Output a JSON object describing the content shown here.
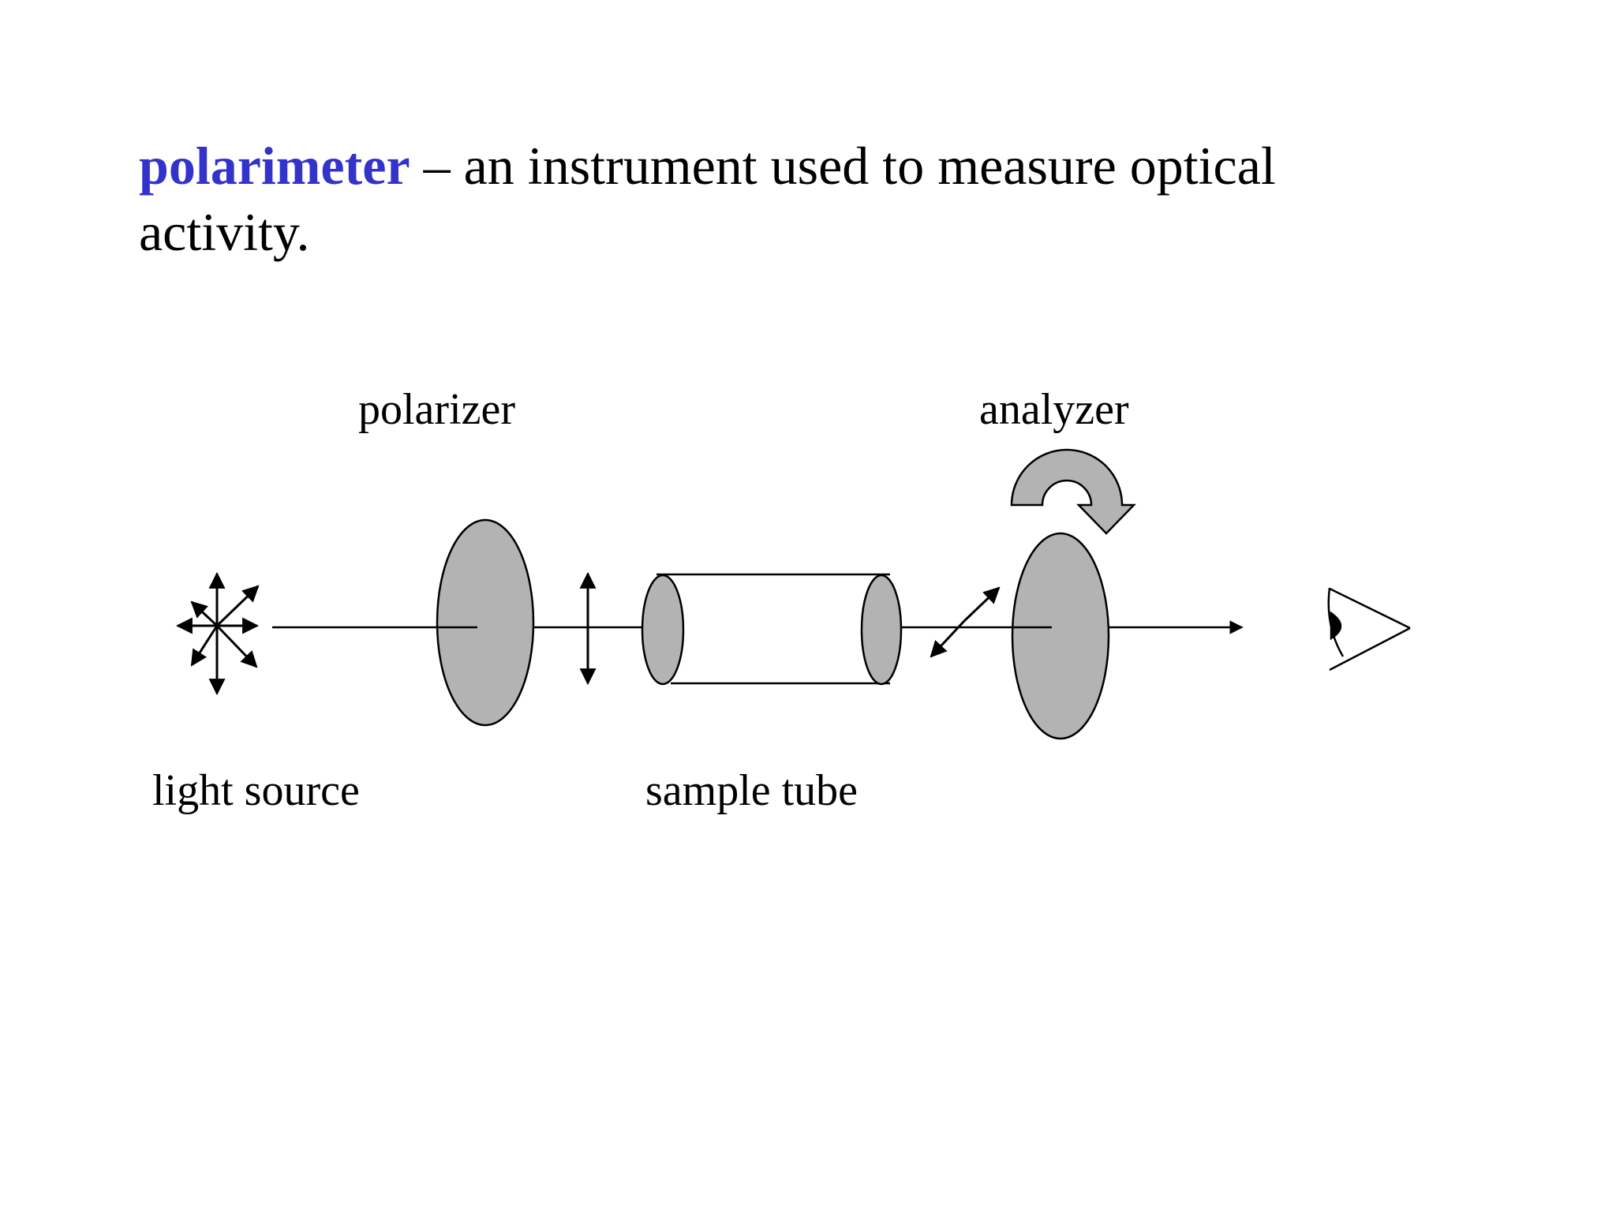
{
  "definition": {
    "term": "polarimeter",
    "rest": " – an instrument used to measure optical activity."
  },
  "labels": {
    "polarizer": "polarizer",
    "analyzer": "analyzer",
    "light_source": "light source",
    "sample_tube": "sample tube"
  },
  "colors": {
    "term": "#3333cc",
    "component_fill": "#b3b3b3",
    "line": "#000000"
  }
}
